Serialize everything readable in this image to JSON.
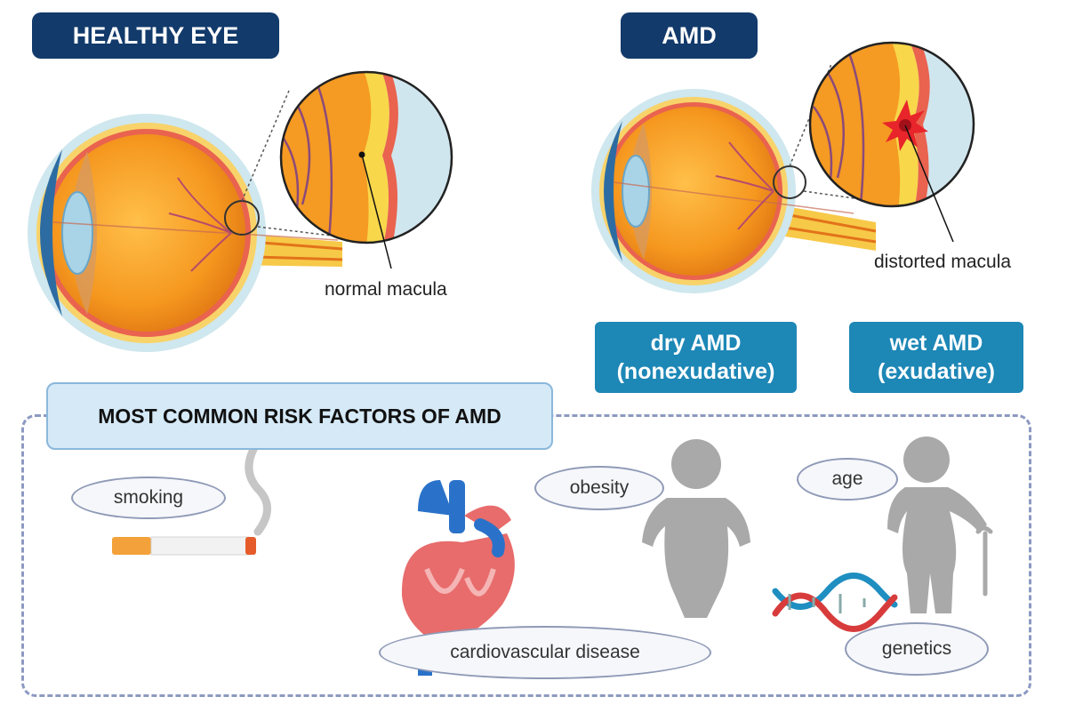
{
  "labels": {
    "healthy_eye": "HEALTHY EYE",
    "amd": "AMD",
    "normal_macula": "normal macula",
    "distorted_macula": "distorted macula",
    "dry_amd_line1": "dry AMD",
    "dry_amd_line2": "(nonexudative)",
    "wet_amd_line1": "wet AMD",
    "wet_amd_line2": "(exudative)",
    "risk_header": "MOST COMMON RISK FACTORS OF AMD"
  },
  "risk_factors": {
    "smoking": "smoking",
    "cardiovascular": "cardiovascular disease",
    "obesity": "obesity",
    "age": "age",
    "genetics": "genetics"
  },
  "colors": {
    "dark_tag": "#123a6b",
    "teal_tag": "#1d87b6",
    "eye_orange": "#f39a1f",
    "risk_header_fill": "#d5e9f7",
    "dashed_border": "#8c99c2",
    "silhouette_gray": "#a9a9a9"
  }
}
